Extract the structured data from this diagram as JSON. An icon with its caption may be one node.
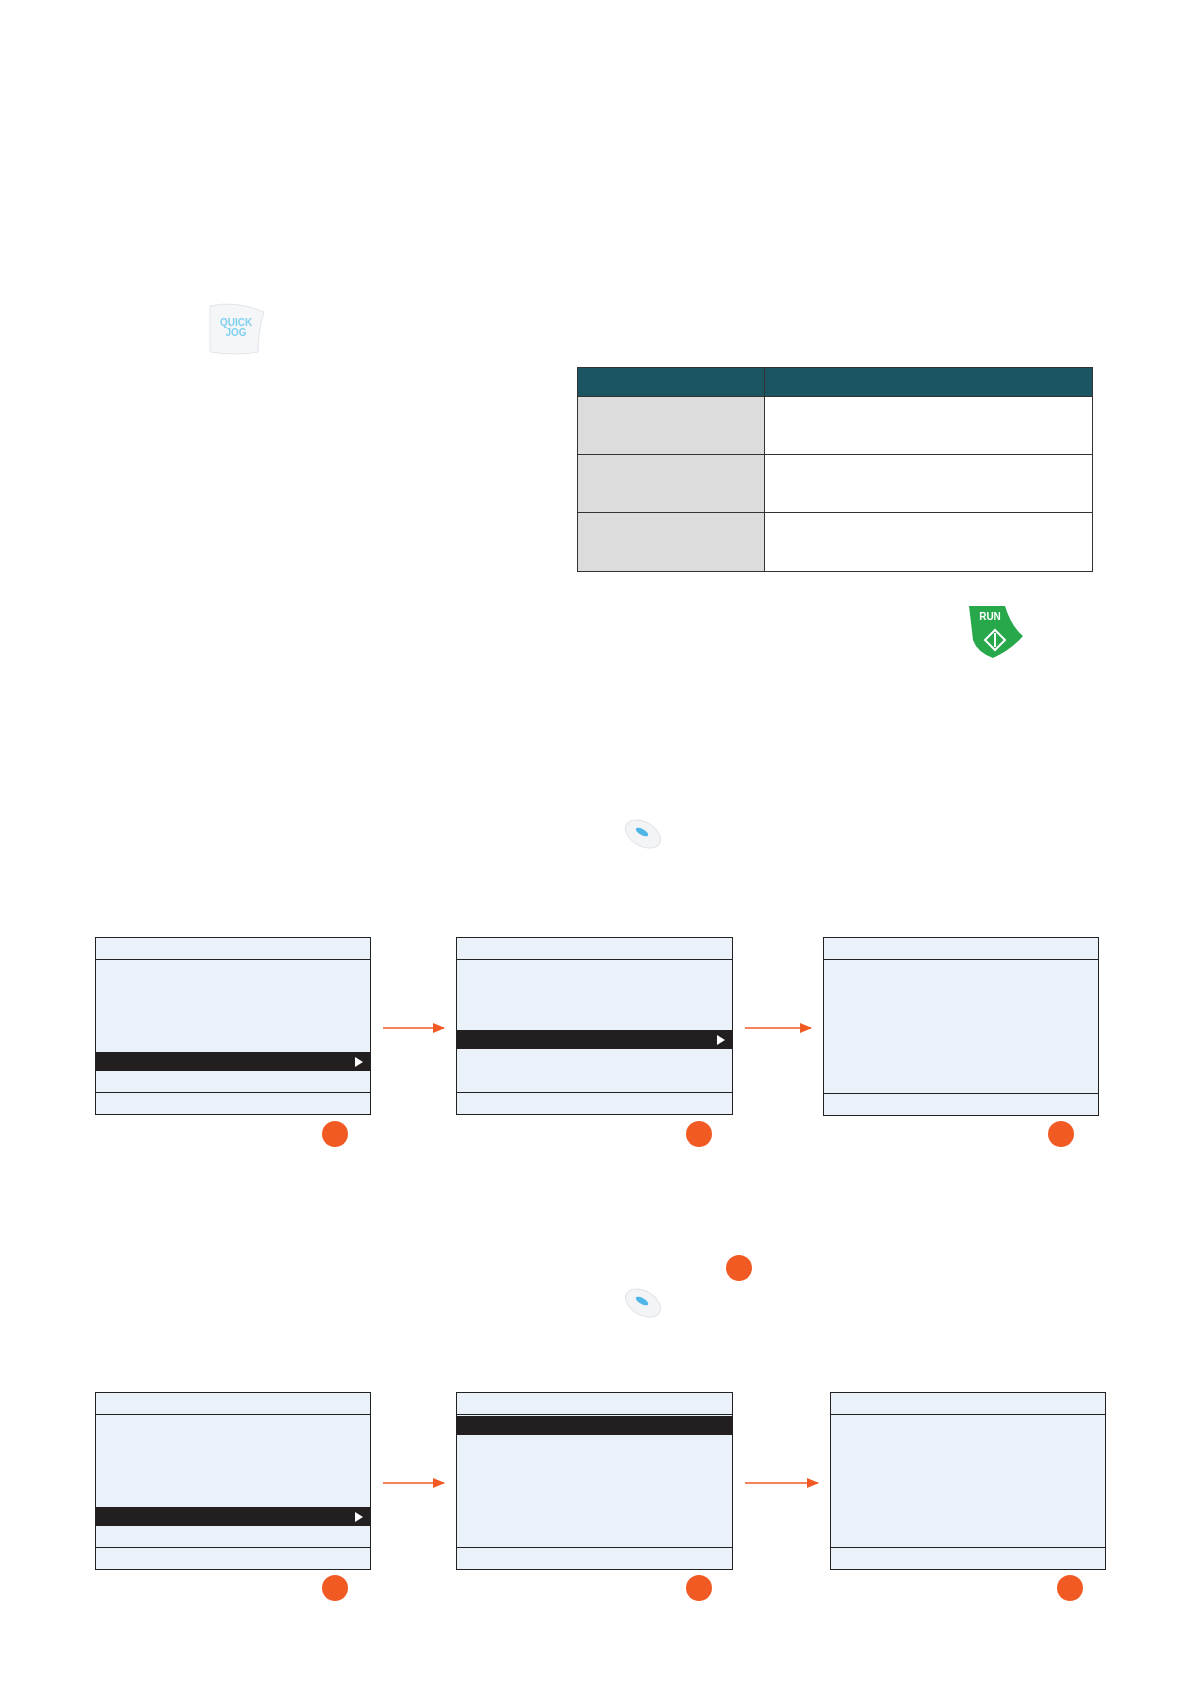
{
  "diagram": {
    "nodes": [
      {
        "text": [],
        "shape": "box"
      },
      {
        "text": [],
        "shape": "box"
      },
      {
        "text": [],
        "shape": "box"
      },
      {
        "text": [],
        "shape": "box"
      },
      {
        "text": [],
        "shape": "box"
      },
      {
        "text": [],
        "shape": "box"
      }
    ],
    "edges": [
      {
        "from": 0,
        "to": 1,
        "arrow": "to"
      },
      {
        "from": 1,
        "to": 2,
        "arrow": "to"
      },
      {
        "from": 3,
        "to": 4,
        "arrow": "to"
      },
      {
        "from": 4,
        "to": 5,
        "arrow": "to"
      }
    ],
    "labels": [
      "QUICK JOG",
      "RUN"
    ]
  }
}
